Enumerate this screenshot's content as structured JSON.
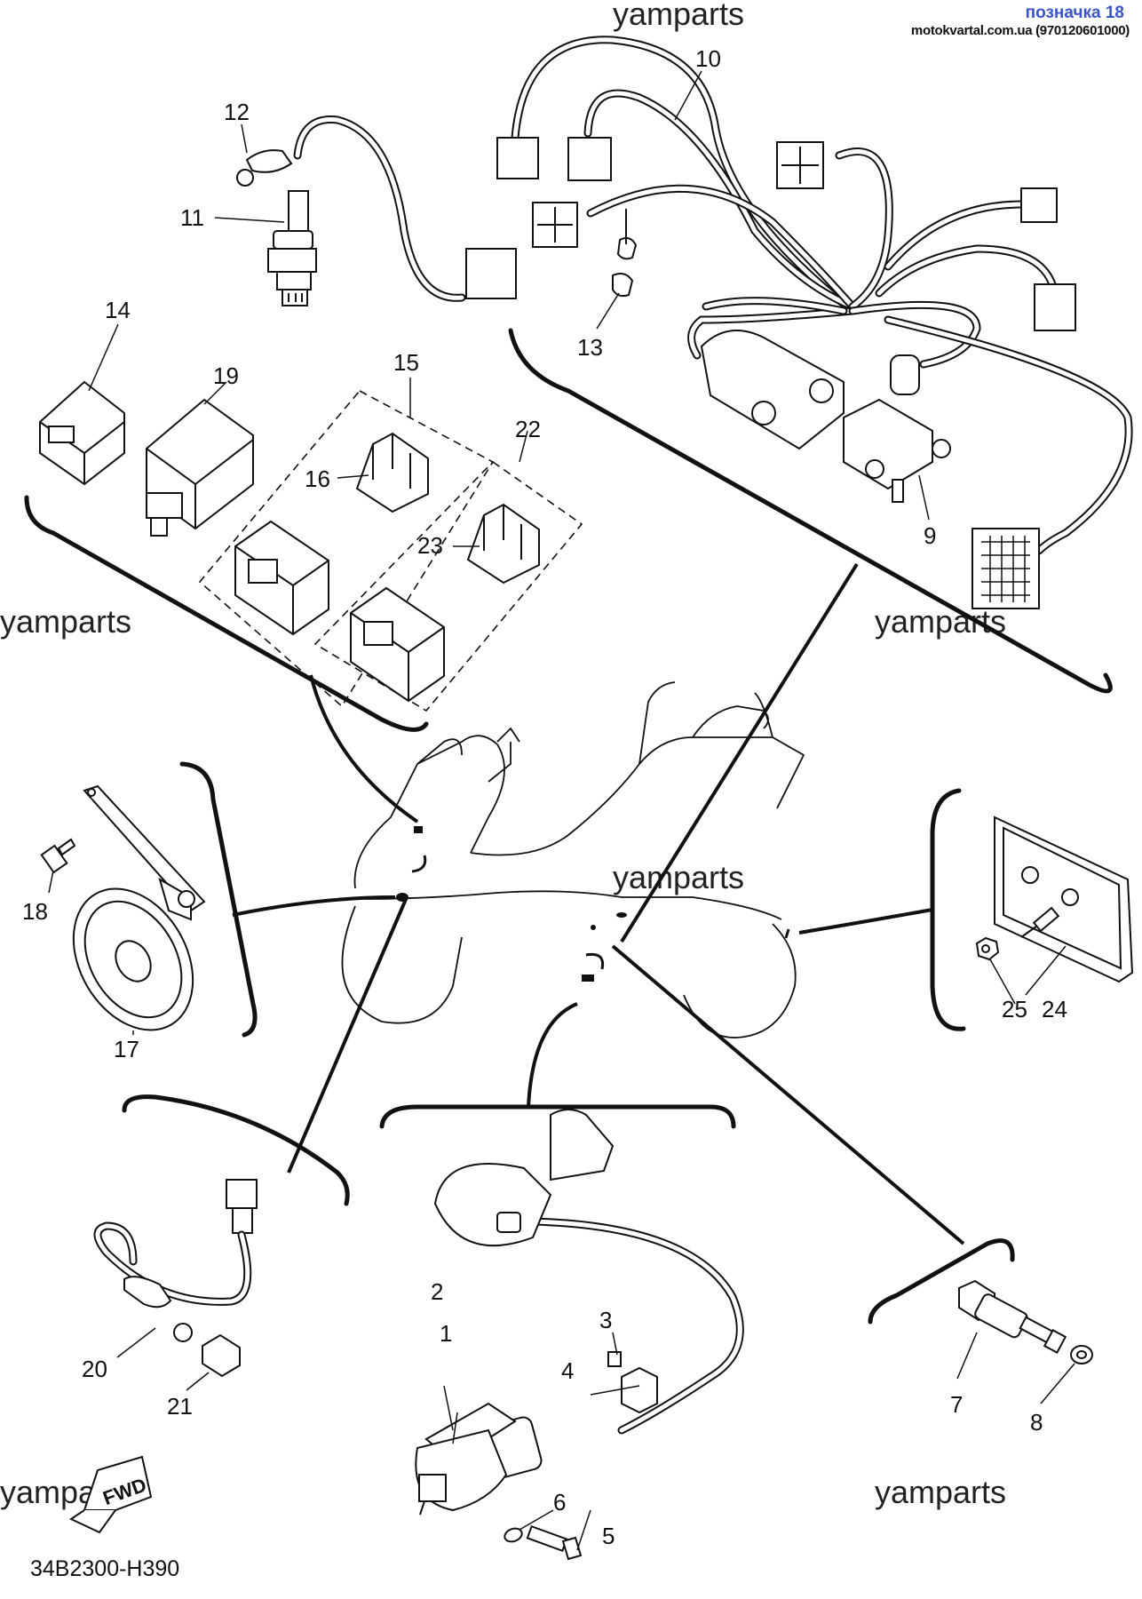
{
  "header": {
    "badge": "позначка 18",
    "source": "motokvartal.com.ua (970120601000)"
  },
  "watermark": "yamparts",
  "diagram_code": "34B2300-H390",
  "fwd_label": "FWD",
  "part_numbers": [
    "1",
    "2",
    "3",
    "4",
    "5",
    "6",
    "7",
    "8",
    "9",
    "10",
    "11",
    "12",
    "13",
    "14",
    "15",
    "16",
    "17",
    "18",
    "19",
    "20",
    "21",
    "22",
    "23",
    "24",
    "25"
  ]
}
